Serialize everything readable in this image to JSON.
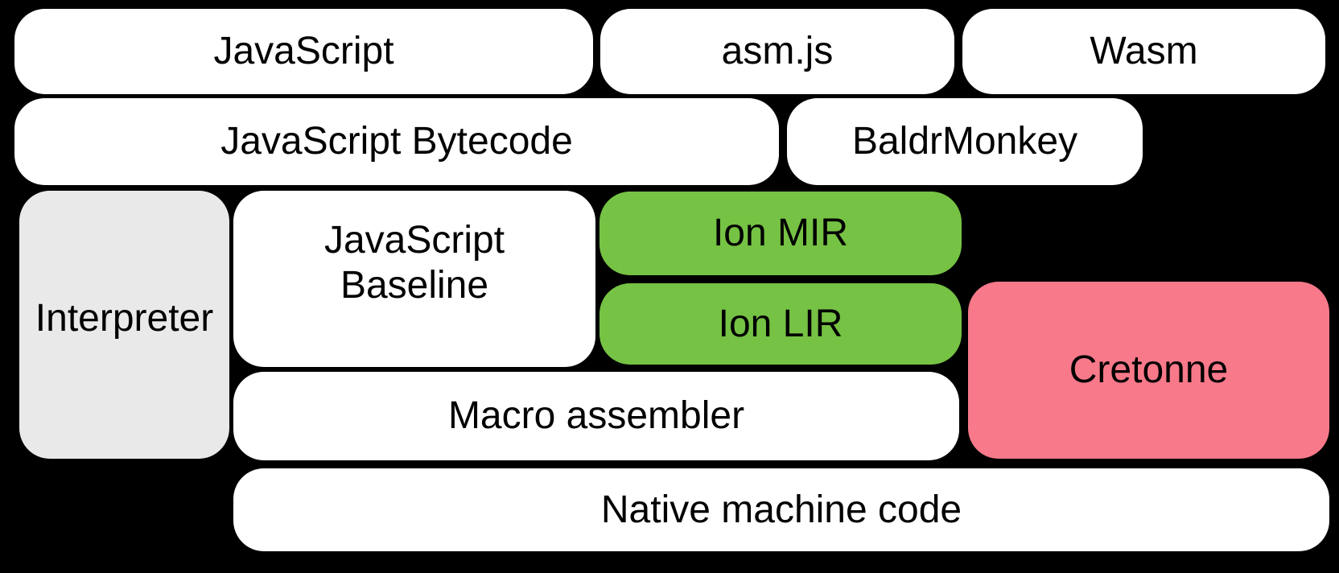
{
  "colors": {
    "background": "#000000",
    "box_white": "#ffffff",
    "box_gray": "#e9e9e9",
    "box_green": "#76c244",
    "box_pink": "#f7798a",
    "text": "#000000"
  },
  "boxes": [
    {
      "label": "JavaScript",
      "fill": "#ffffff"
    },
    {
      "label": "asm.js",
      "fill": "#ffffff"
    },
    {
      "label": "Wasm",
      "fill": "#ffffff"
    },
    {
      "label": "JavaScript Bytecode",
      "fill": "#ffffff"
    },
    {
      "label": "BaldrMonkey",
      "fill": "#ffffff"
    },
    {
      "label": "Interpreter",
      "fill": "#e9e9e9"
    },
    {
      "label": "JavaScript\nBaseline",
      "fill": "#ffffff"
    },
    {
      "label": "Ion MIR",
      "fill": "#76c244"
    },
    {
      "label": "Ion LIR",
      "fill": "#76c244"
    },
    {
      "label": "Cretonne",
      "fill": "#f7798a"
    },
    {
      "label": "Macro assembler",
      "fill": "#ffffff"
    },
    {
      "label": "Native machine code",
      "fill": "#ffffff"
    }
  ]
}
